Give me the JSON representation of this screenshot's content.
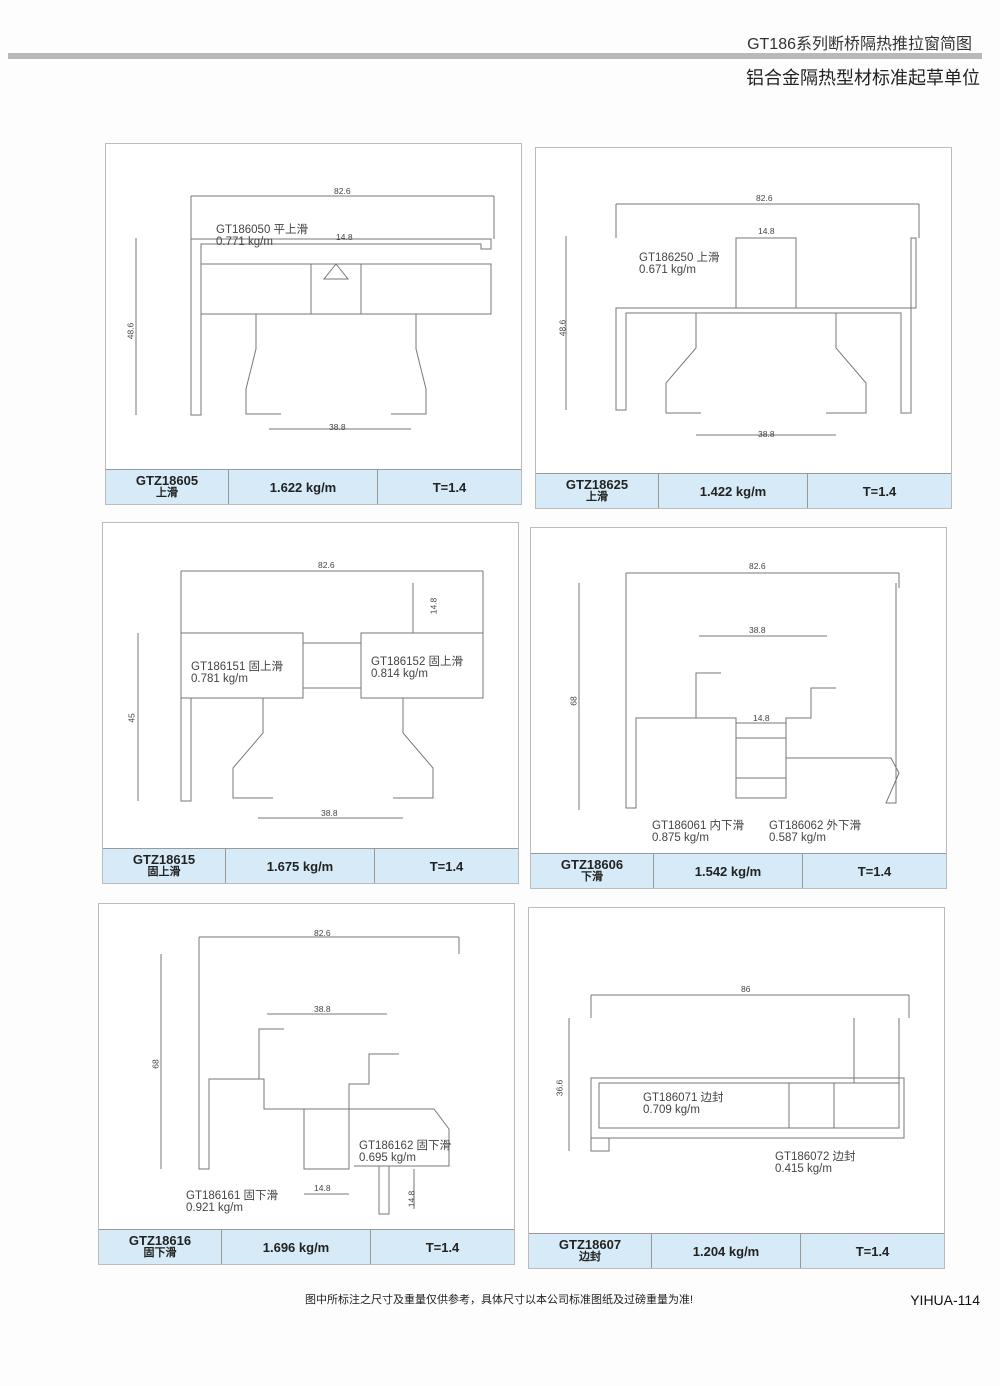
{
  "header": {
    "series_title": "GT186系列断桥隔热推拉窗简图",
    "subtitle": "铝合金隔热型材标准起草单位"
  },
  "panels": [
    {
      "code": "GTZ18605",
      "name": "上滑",
      "weight": "1.622 kg/m",
      "thickness": "T=1.4",
      "dims": {
        "width": "82.6",
        "bridge": "14.8",
        "height": "48.6",
        "inner": "38.8"
      },
      "parts": [
        {
          "id": "GT186050 平上滑",
          "weight": "0.771 kg/m"
        }
      ]
    },
    {
      "code": "GTZ18625",
      "name": "上滑",
      "weight": "1.422 kg/m",
      "thickness": "T=1.4",
      "dims": {
        "width": "82.6",
        "bridge": "14.8",
        "height": "48.6",
        "inner": "38.8"
      },
      "parts": [
        {
          "id": "GT186250 上滑",
          "weight": "0.671 kg/m"
        }
      ]
    },
    {
      "code": "GTZ18615",
      "name": "固上滑",
      "weight": "1.675 kg/m",
      "thickness": "T=1.4",
      "dims": {
        "width": "82.6",
        "bridge": "14.8",
        "height": "45",
        "inner": "38.8"
      },
      "parts": [
        {
          "id": "GT186151 固上滑",
          "weight": "0.781 kg/m"
        },
        {
          "id": "GT186152 固上滑",
          "weight": "0.814 kg/m"
        }
      ]
    },
    {
      "code": "GTZ18606",
      "name": "下滑",
      "weight": "1.542 kg/m",
      "thickness": "T=1.4",
      "dims": {
        "width": "82.6",
        "inner": "38.8",
        "bridge": "14.8",
        "height": "68"
      },
      "parts": [
        {
          "id": "GT186061 内下滑",
          "weight": "0.875 kg/m"
        },
        {
          "id": "GT186062 外下滑",
          "weight": "0.587 kg/m"
        }
      ]
    },
    {
      "code": "GTZ18616",
      "name": "固下滑",
      "weight": "1.696 kg/m",
      "thickness": "T=1.4",
      "dims": {
        "width": "82.6",
        "inner": "38.8",
        "height": "68",
        "bridge": "14.8",
        "bridge2": "14.8"
      },
      "parts": [
        {
          "id": "GT186162 固下滑",
          "weight": "0.695 kg/m"
        },
        {
          "id": "GT186161 固下滑",
          "weight": "0.921 kg/m"
        }
      ]
    },
    {
      "code": "GTZ18607",
      "name": "边封",
      "weight": "1.204 kg/m",
      "thickness": "T=1.4",
      "dims": {
        "width": "86",
        "height": "36.6"
      },
      "parts": [
        {
          "id": "GT186071 边封",
          "weight": "0.709 kg/m"
        },
        {
          "id": "GT186072 边封",
          "weight": "0.415 kg/m"
        }
      ]
    }
  ],
  "footer": {
    "note": "图中所标注之尺寸及重量仅供参考，具体尺寸以本公司标准图纸及过磅重量为准!",
    "page": "YIHUA-114"
  }
}
